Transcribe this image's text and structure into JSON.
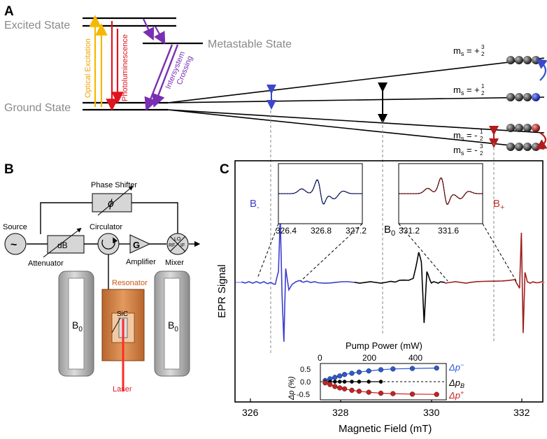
{
  "panel_a": {
    "label": "A",
    "excited_state": "Excited State",
    "metastable_state": "Metastable State",
    "ground_state": "Ground State",
    "optical_excitation": "Optical Excitation",
    "photoluminescence": "Photoluminescence",
    "intersystem_crossing_1": "Intersystem",
    "intersystem_crossing_2": "Crossing",
    "ms_prefix": "m",
    "ms_sub": "s",
    "levels": [
      {
        "sign": "+",
        "num": "3",
        "den": "2"
      },
      {
        "sign": "+",
        "num": "1",
        "den": "2"
      },
      {
        "sign": "-",
        "num": "1",
        "den": "2"
      },
      {
        "sign": "-",
        "num": "3",
        "den": "2"
      }
    ]
  },
  "panel_b": {
    "label": "B",
    "phase_shifter": "Phase  Shifter",
    "phase_symbol": "ϕ",
    "source": "Source",
    "source_symbol": "~",
    "circulator": "Circulator",
    "attenuator": "Attenuator",
    "attenuator_symbol": "dB",
    "amplifier": "Amplifier",
    "amplifier_symbol": "G",
    "mixer": "Mixer",
    "mixer_lo": "LO",
    "mixer_rf": "RF",
    "mixer_if": "IF",
    "resonator": "Resonator",
    "sample": "SiC",
    "laser": "Laser",
    "b0": "B",
    "b0_sub": "0"
  },
  "panel_c": {
    "label": "C",
    "ylabel": "EPR Signal",
    "xlabel": "Magnetic Field (mT)",
    "x_ticks": [
      "326",
      "328",
      "330",
      "332"
    ],
    "b_minus": "B",
    "b_minus_sub": "-",
    "b_plus": "B",
    "b_plus_sub": "+",
    "b0": "B",
    "b0_sub": "0",
    "inset_left_ticks": [
      "326.4",
      "326.8",
      "327.2"
    ],
    "inset_right_ticks": [
      "331.2",
      "331.6"
    ],
    "chart_data": {
      "type": "line",
      "x_range": [
        325.8,
        332.5
      ],
      "xlabel": "Magnetic Field (mT)",
      "ylabel": "EPR Signal",
      "x_ticks": [
        326,
        328,
        330,
        332
      ],
      "series": [
        {
          "color": "#3a3fcf",
          "x": [
            325.8,
            326.3,
            326.55,
            326.62,
            326.66,
            326.7,
            326.74,
            326.78,
            326.85,
            327.0,
            327.5,
            328.3
          ],
          "y": [
            0.0,
            0.0,
            -0.02,
            0.15,
            1.0,
            -0.2,
            -0.9,
            0.2,
            -0.1,
            0.02,
            0.0,
            0.0
          ]
        },
        {
          "color": "#000000",
          "x": [
            328.3,
            329.0,
            329.6,
            329.72,
            329.78,
            329.84,
            329.9,
            330.0,
            330.3
          ],
          "y": [
            0.0,
            0.0,
            0.05,
            0.45,
            0.3,
            -0.6,
            0.15,
            0.0,
            0.0
          ]
        },
        {
          "color": "#a01f1f",
          "x": [
            330.3,
            331.0,
            331.85,
            331.95,
            331.99,
            332.03,
            332.07,
            332.12,
            332.5
          ],
          "y": [
            0.0,
            0.0,
            0.05,
            -0.1,
            0.75,
            -0.75,
            0.15,
            0.0,
            0.0
          ]
        }
      ]
    },
    "power_inset": {
      "type": "scatter",
      "top_label": "Pump Power (mW)",
      "top_ticks": [
        "0",
        "200",
        "400"
      ],
      "y_label": "Δp (%)",
      "y_ticks": [
        "0.5",
        "0.0",
        "-0.5"
      ],
      "x_range": [
        0,
        520
      ],
      "y_range": [
        -0.7,
        0.7
      ],
      "series": [
        {
          "name": "Δp⁻",
          "color": "#2a58d6",
          "x": [
            20,
            40,
            60,
            80,
            100,
            130,
            160,
            200,
            250,
            300,
            380,
            480
          ],
          "y": [
            0.05,
            0.12,
            0.18,
            0.24,
            0.3,
            0.35,
            0.4,
            0.45,
            0.5,
            0.53,
            0.55,
            0.57
          ]
        },
        {
          "name": "Δp_B",
          "color": "#000000",
          "x": [
            20,
            40,
            60,
            80,
            100,
            130,
            160,
            200,
            250
          ],
          "y": [
            0.0,
            0.0,
            0.0,
            0.0,
            0.0,
            0.0,
            0.0,
            0.0,
            0.0
          ]
        },
        {
          "name": "Δp⁺",
          "color": "#cc1f1f",
          "x": [
            20,
            40,
            60,
            80,
            100,
            130,
            160,
            200,
            250,
            300,
            380,
            480
          ],
          "y": [
            -0.05,
            -0.12,
            -0.2,
            -0.26,
            -0.3,
            -0.36,
            -0.4,
            -0.44,
            -0.48,
            -0.5,
            -0.52,
            -0.53
          ]
        }
      ],
      "legend": [
        {
          "text": "Δp",
          "sup": "−",
          "color": "#2a58d6"
        },
        {
          "text": "Δp",
          "sub": "B",
          "color": "#000000"
        },
        {
          "text": "Δp",
          "sup": "+",
          "color": "#cc1f1f"
        }
      ]
    }
  }
}
